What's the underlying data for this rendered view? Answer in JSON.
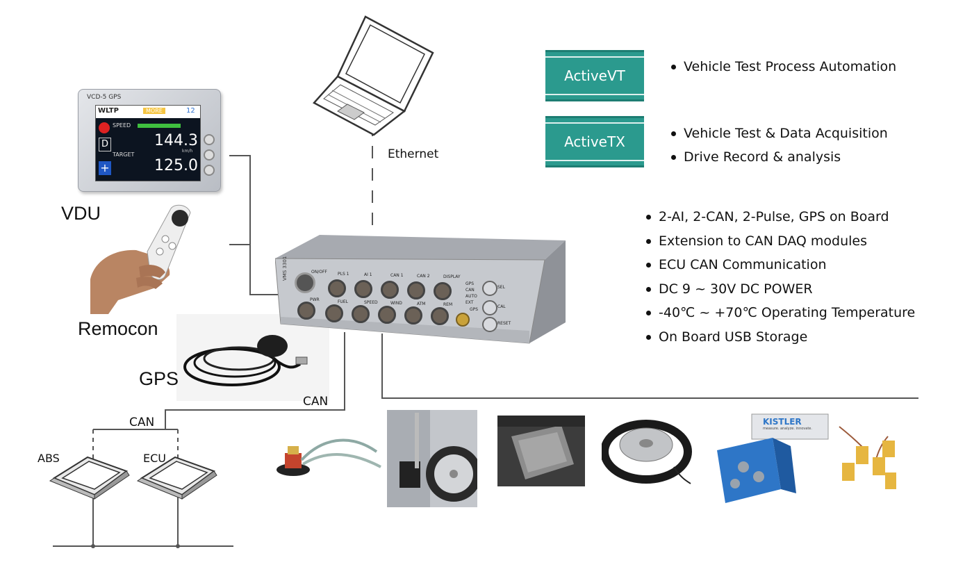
{
  "labels": {
    "vdu": "VDU",
    "remocon": "Remocon",
    "gps": "GPS",
    "ethernet": "Ethernet",
    "can_main": "CAN",
    "can_sub": "CAN",
    "abs": "ABS",
    "ecu": "ECU"
  },
  "products": [
    {
      "name": "ActiveVT",
      "features": [
        "Vehicle Test Process Automation"
      ]
    },
    {
      "name": "ActiveTX",
      "features": [
        "Vehicle Test & Data Acquisition",
        "Drive Record & analysis"
      ]
    }
  ],
  "specs": [
    "2-AI, 2-CAN, 2-Pulse, GPS on Board",
    "Extension to CAN DAQ modules",
    "ECU CAN Communication",
    "DC 9 ~ 30V DC POWER",
    "-40℃ ~ +70℃ Operating Temperature",
    "On Board USB Storage"
  ],
  "vdu_screen": {
    "model": "VCD-5 GPS",
    "header": "WLTP",
    "more": "MORE",
    "sat_count": "12",
    "speed_label": "SPEED",
    "gear": "D",
    "speed_value": "144.3",
    "speed_unit": "km/h",
    "target_label": "TARGET",
    "target_value": "125.0"
  },
  "device": {
    "model": "VMS 3301",
    "top_ports": [
      "ON/OFF",
      "PLS 1",
      "AI 1",
      "CAN 1",
      "CAN 2",
      "DISPLAY"
    ],
    "bottom_ports": [
      "PWR",
      "FUEL",
      "SPEED",
      "WIND",
      "ATM",
      "REM"
    ],
    "leds": [
      "GPS",
      "CAN",
      "AUTO",
      "EXT"
    ],
    "gps_port": "GPS",
    "buttons": [
      "SEL",
      "CAL",
      "RESET"
    ]
  },
  "sensor_brand": "KISTLER",
  "sensor_tagline": "measure. analyze. innovate.",
  "colors": {
    "accent": "#2b9a8e",
    "wire": "#555555"
  }
}
